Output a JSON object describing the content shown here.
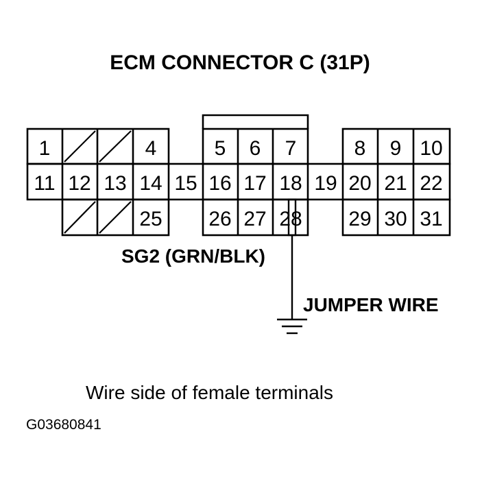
{
  "title": "ECM CONNECTOR C (31P)",
  "terminals": [
    "1",
    "4",
    "5",
    "6",
    "7",
    "8",
    "9",
    "10",
    "11",
    "12",
    "13",
    "14",
    "15",
    "16",
    "17",
    "18",
    "19",
    "20",
    "21",
    "22",
    "25",
    "26",
    "27",
    "28",
    "29",
    "30",
    "31"
  ],
  "wire_label": "SG2 (GRN/BLK)",
  "jumper_label": "JUMPER WIRE",
  "caption": "Wire side of female terminals",
  "figure_code": "G03680841",
  "colors": {
    "line": "#000000",
    "background": "#ffffff"
  }
}
